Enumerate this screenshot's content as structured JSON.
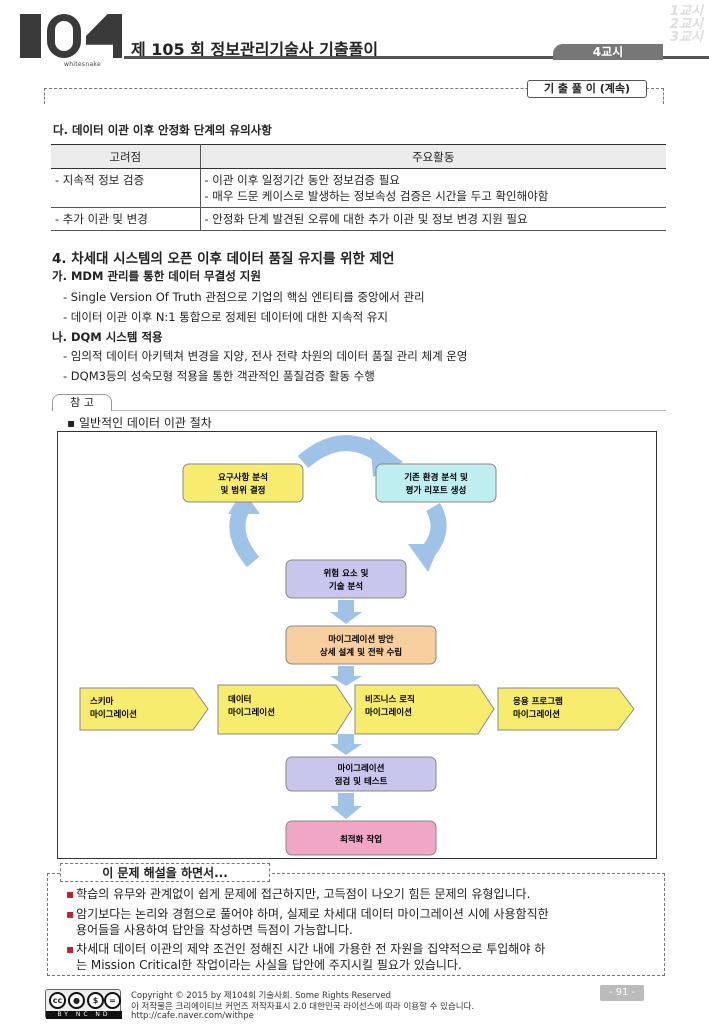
{
  "header": {
    "logo_text": "whitesnake",
    "title": "제 105 회 정보관리기술사 기출풀이",
    "sessions": [
      "1교시",
      "2교시",
      "3교시"
    ],
    "current_session": "4교시"
  },
  "section_label": "기 출 풀 이 (계속)",
  "section_da": {
    "heading": "다. 데이터 이관 이후 안정화 단계의 유의사항",
    "columns": [
      "고려점",
      "주요활동"
    ],
    "rows": [
      {
        "factor": "- 지속적 정보 검증",
        "activities": [
          "- 이관 이후 일정기간 동안 정보검증 필요",
          "- 매우 드문 케이스로 발생하는 정보속성 검증은 시간을 두고 확인해야함"
        ]
      },
      {
        "factor": "- 추가 이관 및 변경",
        "activities": [
          "- 안정화 단계 발견된 오류에 대한 추가 이관 및 정보 변경 지원 필요"
        ]
      }
    ]
  },
  "section_4": {
    "heading": "4. 차세대 시스템의 오픈 이후 데이터 품질 유지를 위한 제언",
    "ga_heading": "가. MDM 관리를 통한 데이터 무결성 지원",
    "ga_lines": [
      "- Single Version Of Truth 관점으로 기업의 핵심 엔티티를 중앙에서 관리",
      "- 데이터 이관 이후 N:1 통합으로 정제된 데이터에 대한 지속적 유지"
    ],
    "na_heading": "나. DQM 시스템 적용",
    "na_lines": [
      "- 임의적 데이터 아키텍쳐 변경을 지양, 전사 전략 차원의 데이터 품질 관리 체계 운영",
      "- DQM3등의 성숙모형 적용을 통한 객관적인 품질검증 활동 수행"
    ]
  },
  "reference": {
    "tab": "참 고",
    "item": "일반적인 데이터 이관 절차"
  },
  "diagram": {
    "boxes": {
      "req": "요구사항 분석\n및 범위 결정",
      "env": "기존 환경 분석 및\n평가 리포트 생성",
      "risk": "위험 요소 및\n기술 분석",
      "plan": "마이그레이션 방안\n상세 설계 및 전략 수립",
      "schema": "스키마\n마이그레이션",
      "data": "데이터\n마이그레이션",
      "logic": "비즈니스 로직\n마이그레이션",
      "app": "응용 프로그램\n마이그레이션",
      "test": "마이그레이션\n점검 및 테스트",
      "opt": "최적화 작업"
    },
    "colors": {
      "yellow": "#f7ec6e",
      "cyan": "#bfeef0",
      "lavender": "#c9c6ee",
      "peach": "#f7ce9e",
      "pink": "#f2a6c6",
      "arrow": "#9fc3e6"
    }
  },
  "commentary": {
    "label": "이 문제 해설을 하면서...",
    "bullets": [
      [
        "학습의 유무와 관계없이 쉽게 문제에 접근하지만, 고득점이 나오기 힘든 문제의 유형입니다."
      ],
      [
        "암기보다는 논리와 경험으로 풀어야 하며, 실제로 차세대 데이터 마이그레이션 시에 사용함직한",
        "용어들을 사용하여 답안을 작성하면 득점이 가능합니다."
      ],
      [
        "차세대 데이터 이관의 제약 조건인 정해진 시간 내에 가용한 전 자원을 집약적으로 투입해야 하",
        "는 Mission Critical한 작업이라는 사실을 답안에 주지시킬 필요가 있습니다."
      ]
    ]
  },
  "footer": {
    "license_badge": "BY NC ND",
    "license_mark": "cc",
    "copyright": "Copyright © 2015 by 제104회 기술사회. Some Rights Reserved",
    "license_text": "이 저작물은 크리에이티브 커먼즈 저작자표시 2.0 대한민국 라이선스에 따라 이용할 수 있습니다.",
    "url": "http://cafe.naver.com/withpe",
    "page": "- 91 -"
  }
}
